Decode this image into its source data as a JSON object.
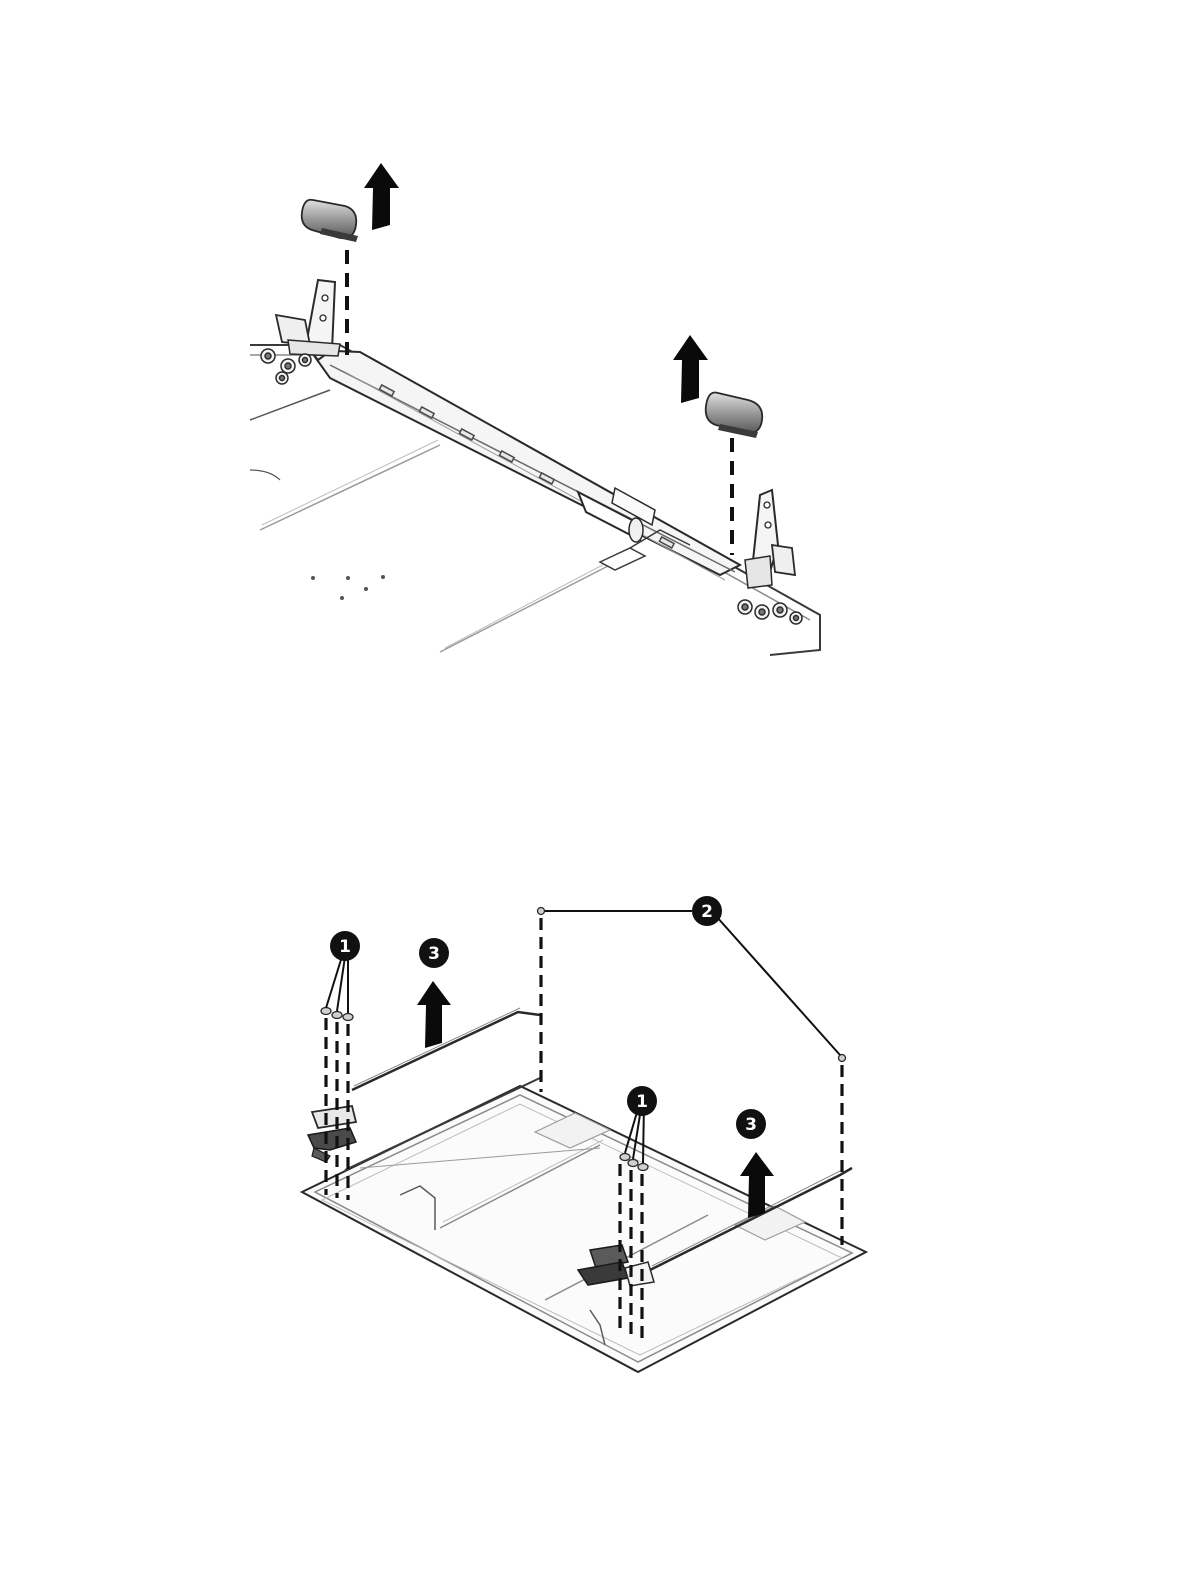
{
  "figures": [
    {
      "id": "hinge-cover-removal"
    },
    {
      "id": "hinge-and-cable-removal",
      "callouts": [
        {
          "number": "1"
        },
        {
          "number": "1"
        },
        {
          "number": "2"
        },
        {
          "number": "3"
        },
        {
          "number": "3"
        }
      ]
    }
  ],
  "colors": {
    "line": "#1a1a1a",
    "part_light": "#f2f2f2",
    "part_mid": "#c8c8c8",
    "part_dark": "#4a4a4a",
    "callout_fill": "#111111"
  },
  "icons": [
    "arrow-up-icon",
    "callout-badge-icon",
    "screw-icon"
  ]
}
